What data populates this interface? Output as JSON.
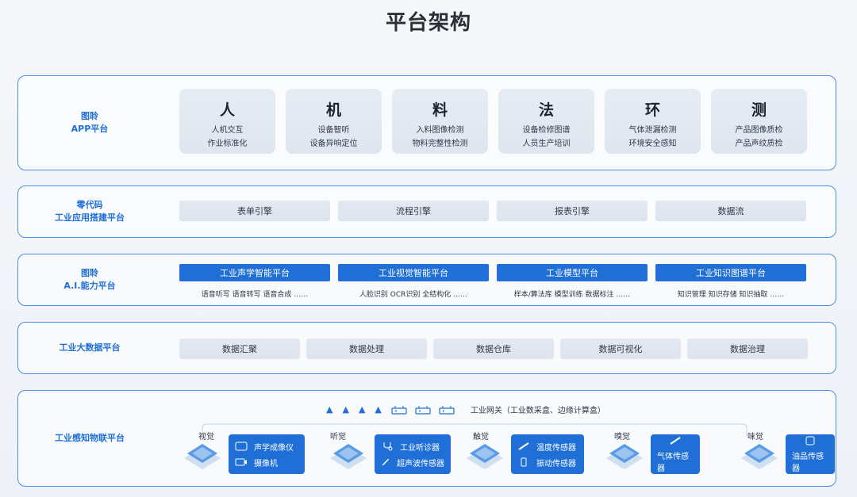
{
  "title": "平台架构",
  "layers": {
    "app": {
      "label_line1": "图聆",
      "label_line2": "APP平台",
      "cards": [
        {
          "big": "人",
          "sub1": "人机交互",
          "sub2": "作业标准化"
        },
        {
          "big": "机",
          "sub1": "设备智听",
          "sub2": "设备异响定位"
        },
        {
          "big": "料",
          "sub1": "入料图像检测",
          "sub2": "物料完整性检测"
        },
        {
          "big": "法",
          "sub1": "设备检修图谱",
          "sub2": "人员生产培训"
        },
        {
          "big": "环",
          "sub1": "气体泄漏检测",
          "sub2": "环境安全感知"
        },
        {
          "big": "测",
          "sub1": "产品图像质检",
          "sub2": "产品声纹质检"
        }
      ]
    },
    "lowcode": {
      "label_line1": "零代码",
      "label_line2": "工业应用搭建平台",
      "items": [
        "表单引擎",
        "流程引擎",
        "报表引擎",
        "数据流"
      ]
    },
    "ai": {
      "label_line1": "图聆",
      "label_line2": "A.I.能力平台",
      "cols": [
        {
          "head": "工业声学智能平台",
          "sub": "语音听写   语音转写   语音合成   ……"
        },
        {
          "head": "工业视觉智能平台",
          "sub": "人脸识别   OCR识别   全结构化   ……"
        },
        {
          "head": "工业模型平台",
          "sub": "样本/算法库   模型训练   数据标注   ……"
        },
        {
          "head": "工业知识图谱平台",
          "sub": "知识管理   知识存储   知识抽取   ……"
        }
      ]
    },
    "bigdata": {
      "label": "工业大数据平台",
      "items": [
        "数据汇聚",
        "数据处理",
        "数据仓库",
        "数据可视化",
        "数据治理"
      ]
    },
    "iot": {
      "label": "工业感知物联平台",
      "gateway_text": "工业网关（工业数采盒、边缘计算盒）",
      "senses": [
        {
          "name": "视觉",
          "sensors": [
            "声学成像仪",
            "摄像机"
          ]
        },
        {
          "name": "听觉",
          "sensors": [
            "工业听诊器",
            "超声波传感器"
          ]
        },
        {
          "name": "触觉",
          "sensors": [
            "温度传感器",
            "振动传感器"
          ]
        },
        {
          "name": "嗅觉",
          "sensors": [
            "气体传感器"
          ]
        },
        {
          "name": "味觉",
          "sensors": [
            "油品传感器"
          ]
        }
      ]
    }
  },
  "colors": {
    "accent": "#1f6fd6",
    "border": "#4a90e2",
    "card_bg": "#e3e9f1"
  }
}
